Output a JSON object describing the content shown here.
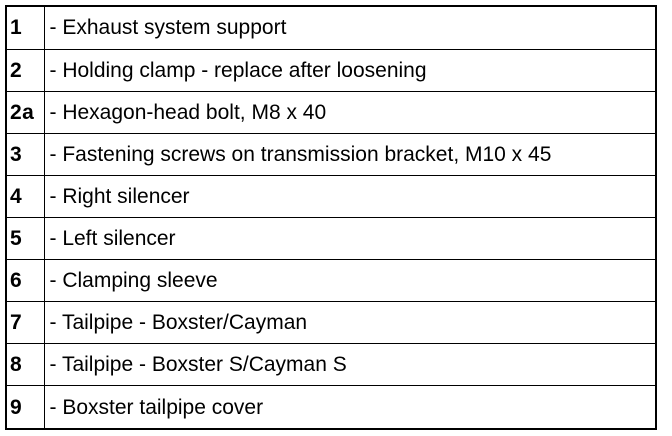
{
  "legend": {
    "rows": [
      {
        "number": "1",
        "description": "- Exhaust system support"
      },
      {
        "number": "2",
        "description": "- Holding clamp - replace after loosening"
      },
      {
        "number": "2a",
        "description": "- Hexagon-head bolt, M8 x 40"
      },
      {
        "number": "3",
        "description": "- Fastening screws on transmission bracket, M10 x 45"
      },
      {
        "number": "4",
        "description": "- Right silencer"
      },
      {
        "number": "5",
        "description": "- Left silencer"
      },
      {
        "number": "6",
        "description": "- Clamping sleeve"
      },
      {
        "number": "7",
        "description": "- Tailpipe - Boxster/Cayman"
      },
      {
        "number": "8",
        "description": "- Tailpipe - Boxster S/Cayman S"
      },
      {
        "number": "9",
        "description": "- Boxster tailpipe cover"
      }
    ]
  }
}
